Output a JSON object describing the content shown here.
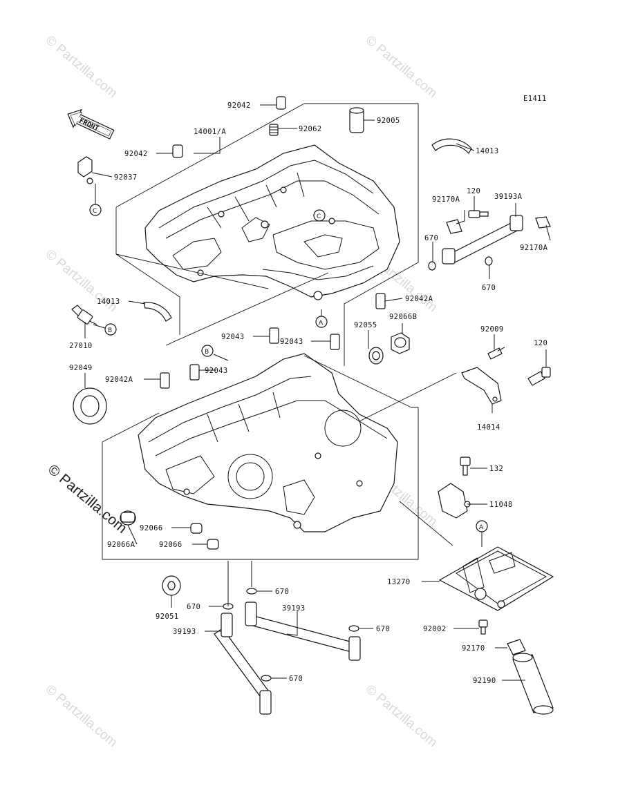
{
  "diagram_code": "E1411",
  "front_label": "FRONT",
  "watermarks": [
    "© Partzilla.com",
    "© Partzilla.com",
    "© Partzilla.com",
    "© Partzilla.com",
    "© Partzilla.com",
    "© Partzilla.com",
    "© Partzilla.com",
    "© Partzilla.com"
  ],
  "main_watermark": "© Partzilla.com",
  "labels": {
    "p92042_top": "92042",
    "p14001A": "14001/A",
    "p92062": "92062",
    "p92005": "92005",
    "p92042_l": "92042",
    "p92037": "92037",
    "p14013_r": "14013",
    "p92170A_l": "92170A",
    "p120_top": "120",
    "p39193A": "39193A",
    "p670_a": "670",
    "p92170A_r": "92170A",
    "p670_b": "670",
    "p14013_l": "14013",
    "p92042A_r": "92042A",
    "p27010": "27010",
    "p92055": "92055",
    "p92066B": "92066B",
    "p92043_a": "92043",
    "p92043_b": "92043",
    "p92009": "92009",
    "p120_r": "120",
    "p92049": "92049",
    "p92042A_l": "92042A",
    "p92043_c": "92043",
    "p14014": "14014",
    "p132": "132",
    "p11048": "11048",
    "p92066_a": "92066",
    "p92066A": "92066A",
    "p92066_b": "92066",
    "p13270": "13270",
    "p670_c": "670",
    "p92051": "92051",
    "p670_d": "670",
    "p39193_m": "39193",
    "p670_e": "670",
    "p39193_l": "39193",
    "p92002": "92002",
    "p92170": "92170",
    "p670_f": "670",
    "p92190": "92190"
  },
  "callouts": {
    "c1": "C",
    "c2": "C",
    "a1": "A",
    "b1": "B",
    "b2": "B",
    "a2": "A"
  }
}
